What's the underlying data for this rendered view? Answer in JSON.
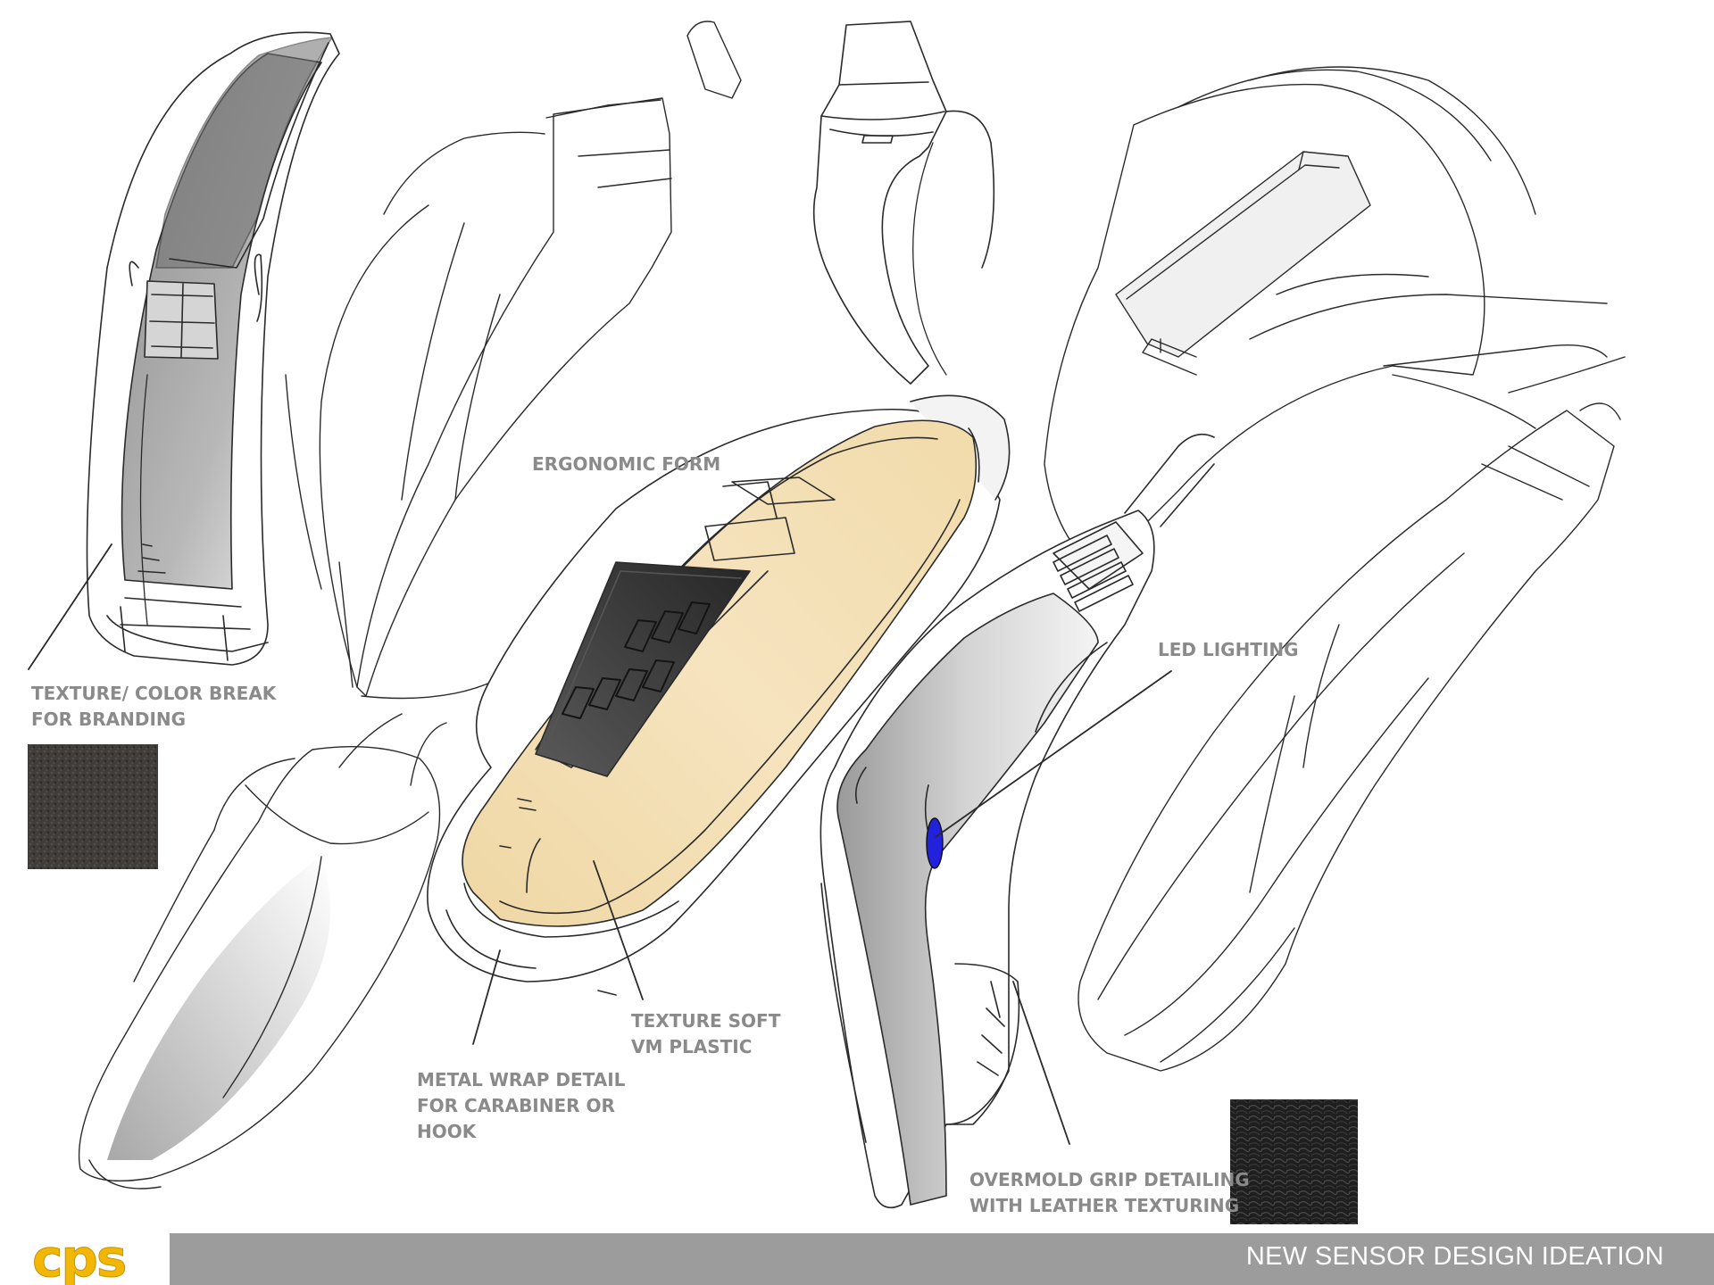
{
  "callouts": {
    "texture_break": [
      "TEXTURE/ COLOR  BREAK",
      "FOR BRANDING"
    ],
    "ergonomic_form": [
      "ERGONOMIC FORM"
    ],
    "led_lighting": [
      "LED LIGHTING"
    ],
    "texture_soft": [
      "TEXTURE SOFT",
      "VM PLASTIC"
    ],
    "metal_wrap": [
      "METAL WRAP DETAIL",
      "FOR CARABINER OR",
      "HOOK"
    ],
    "overmold_grip": [
      "OVERMOLD GRIP DETAILING",
      "WITH LEATHER TEXTURING"
    ]
  },
  "footer": {
    "logo_text": "cps",
    "title": "NEW SENSOR DESIGN IDEATION"
  },
  "colors": {
    "callout_text": "#8a8a8a",
    "footer_bar": "#9c9c9c",
    "logo_yellow": "#f2b705",
    "beige_shell": "#f4e0b4",
    "led_blue": "#2222dd",
    "leather_dark": "#3a3836"
  }
}
